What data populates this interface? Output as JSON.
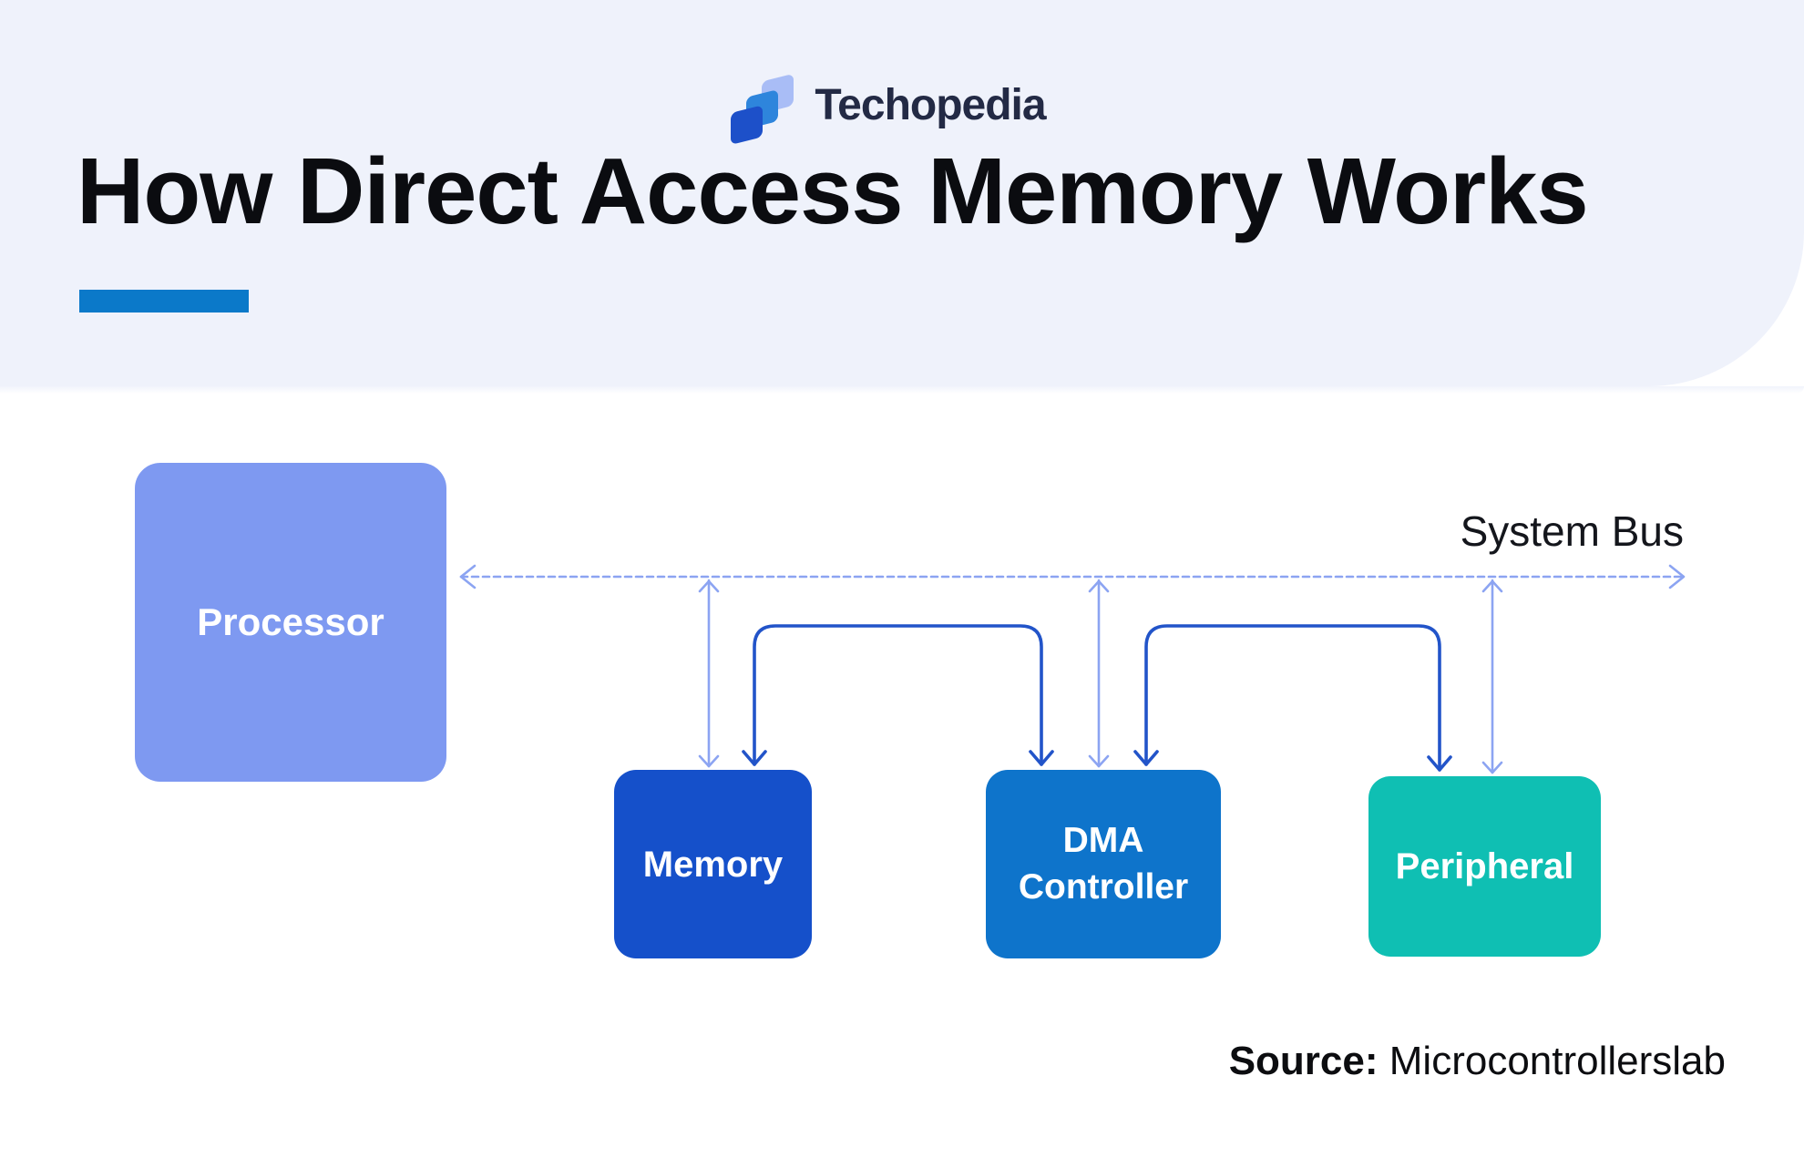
{
  "logo": {
    "brand": "Techopedia"
  },
  "header": {
    "title": "How Direct Access Memory Works"
  },
  "diagram": {
    "bus_label": "System Bus",
    "nodes": [
      {
        "id": "processor",
        "label": "Processor"
      },
      {
        "id": "memory",
        "label": "Memory"
      },
      {
        "id": "dma",
        "label": "DMA Controller"
      },
      {
        "id": "peripheral",
        "label": "Peripheral"
      }
    ],
    "connections": [
      "Processor - System Bus",
      "System Bus - Memory",
      "System Bus - DMA Controller",
      "System Bus - Peripheral",
      "Memory - DMA Controller",
      "DMA Controller - Peripheral"
    ]
  },
  "source": {
    "label": "Source:",
    "value": "Microcontrollerslab"
  },
  "colors": {
    "header_bg": "#eff2fb",
    "title_underline": "#0b79c9",
    "text_dark": "#0b0c10",
    "brand_navy": "#232a45",
    "bus_stroke": "#8ca4f2",
    "link_stroke": "#2254c9",
    "processor_fill": "#7e99f1",
    "memory_fill": "#1550ca",
    "dma_fill": "#0e74cb",
    "peripheral_fill": "#0fbfb3",
    "logo_dark": "#1d50c9",
    "logo_mid": "#2e85dc",
    "logo_light": "#a9bdf6"
  }
}
